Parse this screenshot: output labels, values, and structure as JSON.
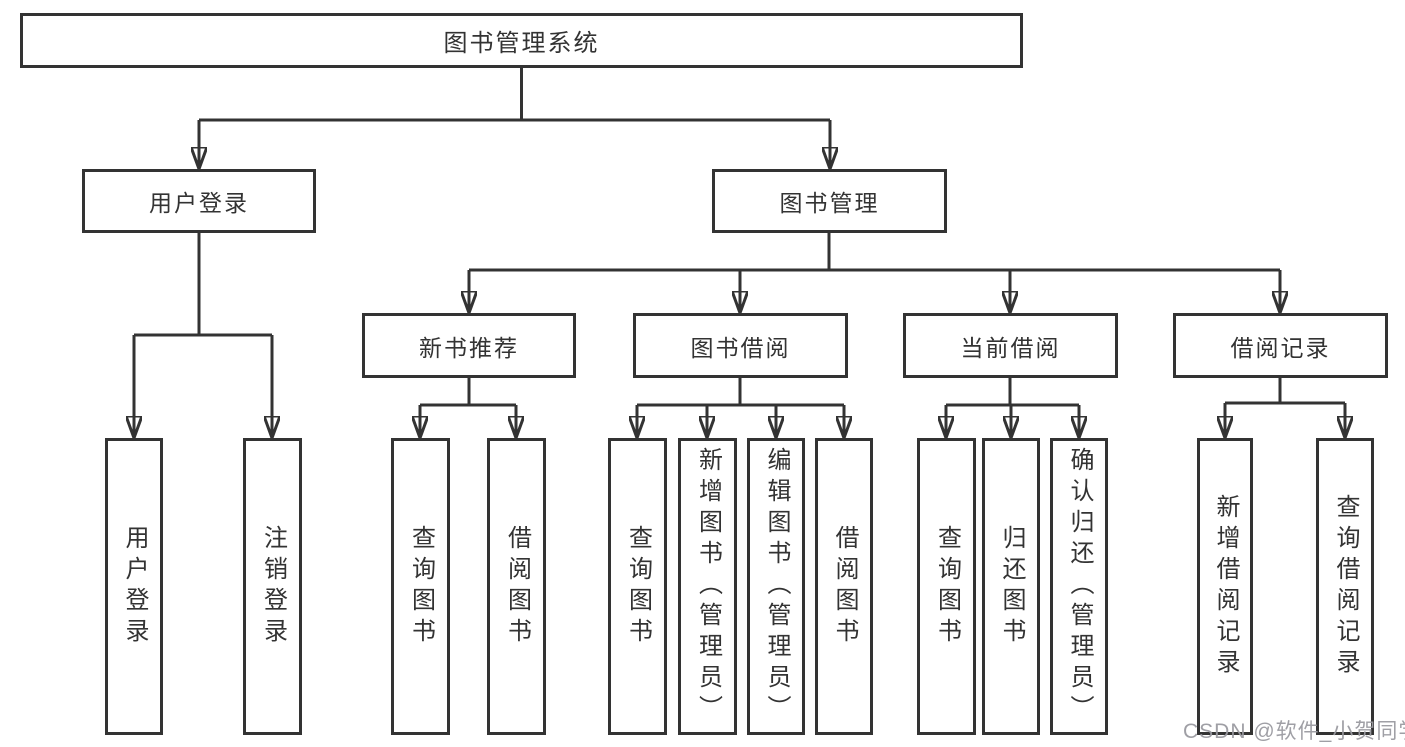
{
  "tree": {
    "root": {
      "label": "图书管理系统"
    },
    "branches": [
      {
        "label": "用户登录",
        "children": [
          {
            "label": "用户登录"
          },
          {
            "label": "注销登录"
          }
        ]
      },
      {
        "label": "图书管理",
        "children": [
          {
            "label": "新书推荐",
            "children": [
              {
                "label": "查询图书"
              },
              {
                "label": "借阅图书"
              }
            ]
          },
          {
            "label": "图书借阅",
            "children": [
              {
                "label": "查询图书"
              },
              {
                "label": "新增图书（管理员）"
              },
              {
                "label": "编辑图书（管理员）"
              },
              {
                "label": "借阅图书"
              }
            ]
          },
          {
            "label": "当前借阅",
            "children": [
              {
                "label": "查询图书"
              },
              {
                "label": "归还图书"
              },
              {
                "label": "确认归还（管理员）"
              }
            ]
          },
          {
            "label": "借阅记录",
            "children": [
              {
                "label": "新增借阅记录"
              },
              {
                "label": "查询借阅记录"
              }
            ]
          }
        ]
      }
    ]
  },
  "watermark": {
    "text": "CSDN @软件_小贺同学"
  },
  "colors": {
    "line": "#333333",
    "text": "#333333",
    "box_background": "#ffffff",
    "watermark": "#9a9aa0",
    "page_background": "#ffffff"
  }
}
